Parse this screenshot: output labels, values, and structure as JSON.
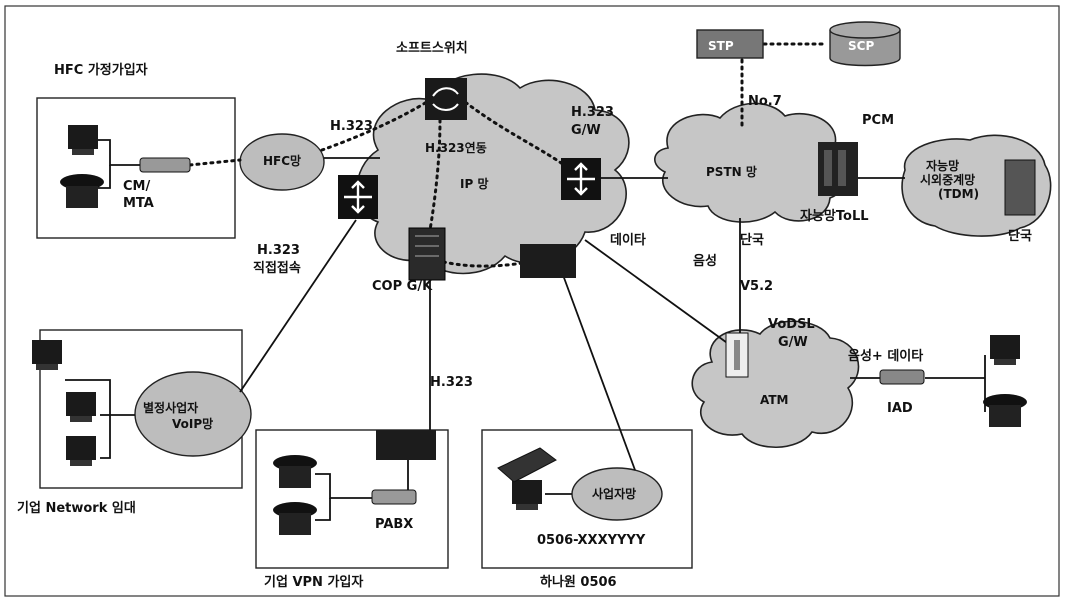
{
  "labels": {
    "hfc_subscriber": "HFC 가정가입자",
    "softswitch": "소프트스위치",
    "h323_top": "H.323",
    "h323_gw_line1": "H.323",
    "h323_gw_line2": "G/W",
    "h323_interwork": "H.323연동",
    "ip_network": "IP 망",
    "hfc_network": "HFC망",
    "cm": "CM/",
    "mta": "MTA",
    "stp": "STP",
    "scp": "SCP",
    "no7": "No.7",
    "pcm": "PCM",
    "pstn_network": "PSTN 망",
    "self_net_toll": "자능망ToLL",
    "tdm_line1": "자능망",
    "tdm_line2": "시외중계망",
    "tdm_line3": "(TDM)",
    "local_exchange": "단국",
    "data": "데이타",
    "voice": "음성",
    "v52": "V5.2",
    "vodsl": "VoDSL",
    "vodsl_gw": "G/W",
    "atm": "ATM",
    "voice_data": "음성+ 데이타",
    "iad": "IAD",
    "h323_direct_line1": "H.323",
    "h323_direct_line2": "직접접속",
    "cop_gk": "COP G/K",
    "h323_vpn": "H.323",
    "special_carrier": "별정사업자",
    "voip_network": "VoIP망",
    "pabx": "PABX",
    "carrier_network": "사업자망",
    "number_0506": "0506-XXXYYYY",
    "enterprise_network_lease": "기업 Network 임대",
    "enterprise_vpn": "기업 VPN 가입자",
    "hanaro_0506": "하나원 0506"
  }
}
